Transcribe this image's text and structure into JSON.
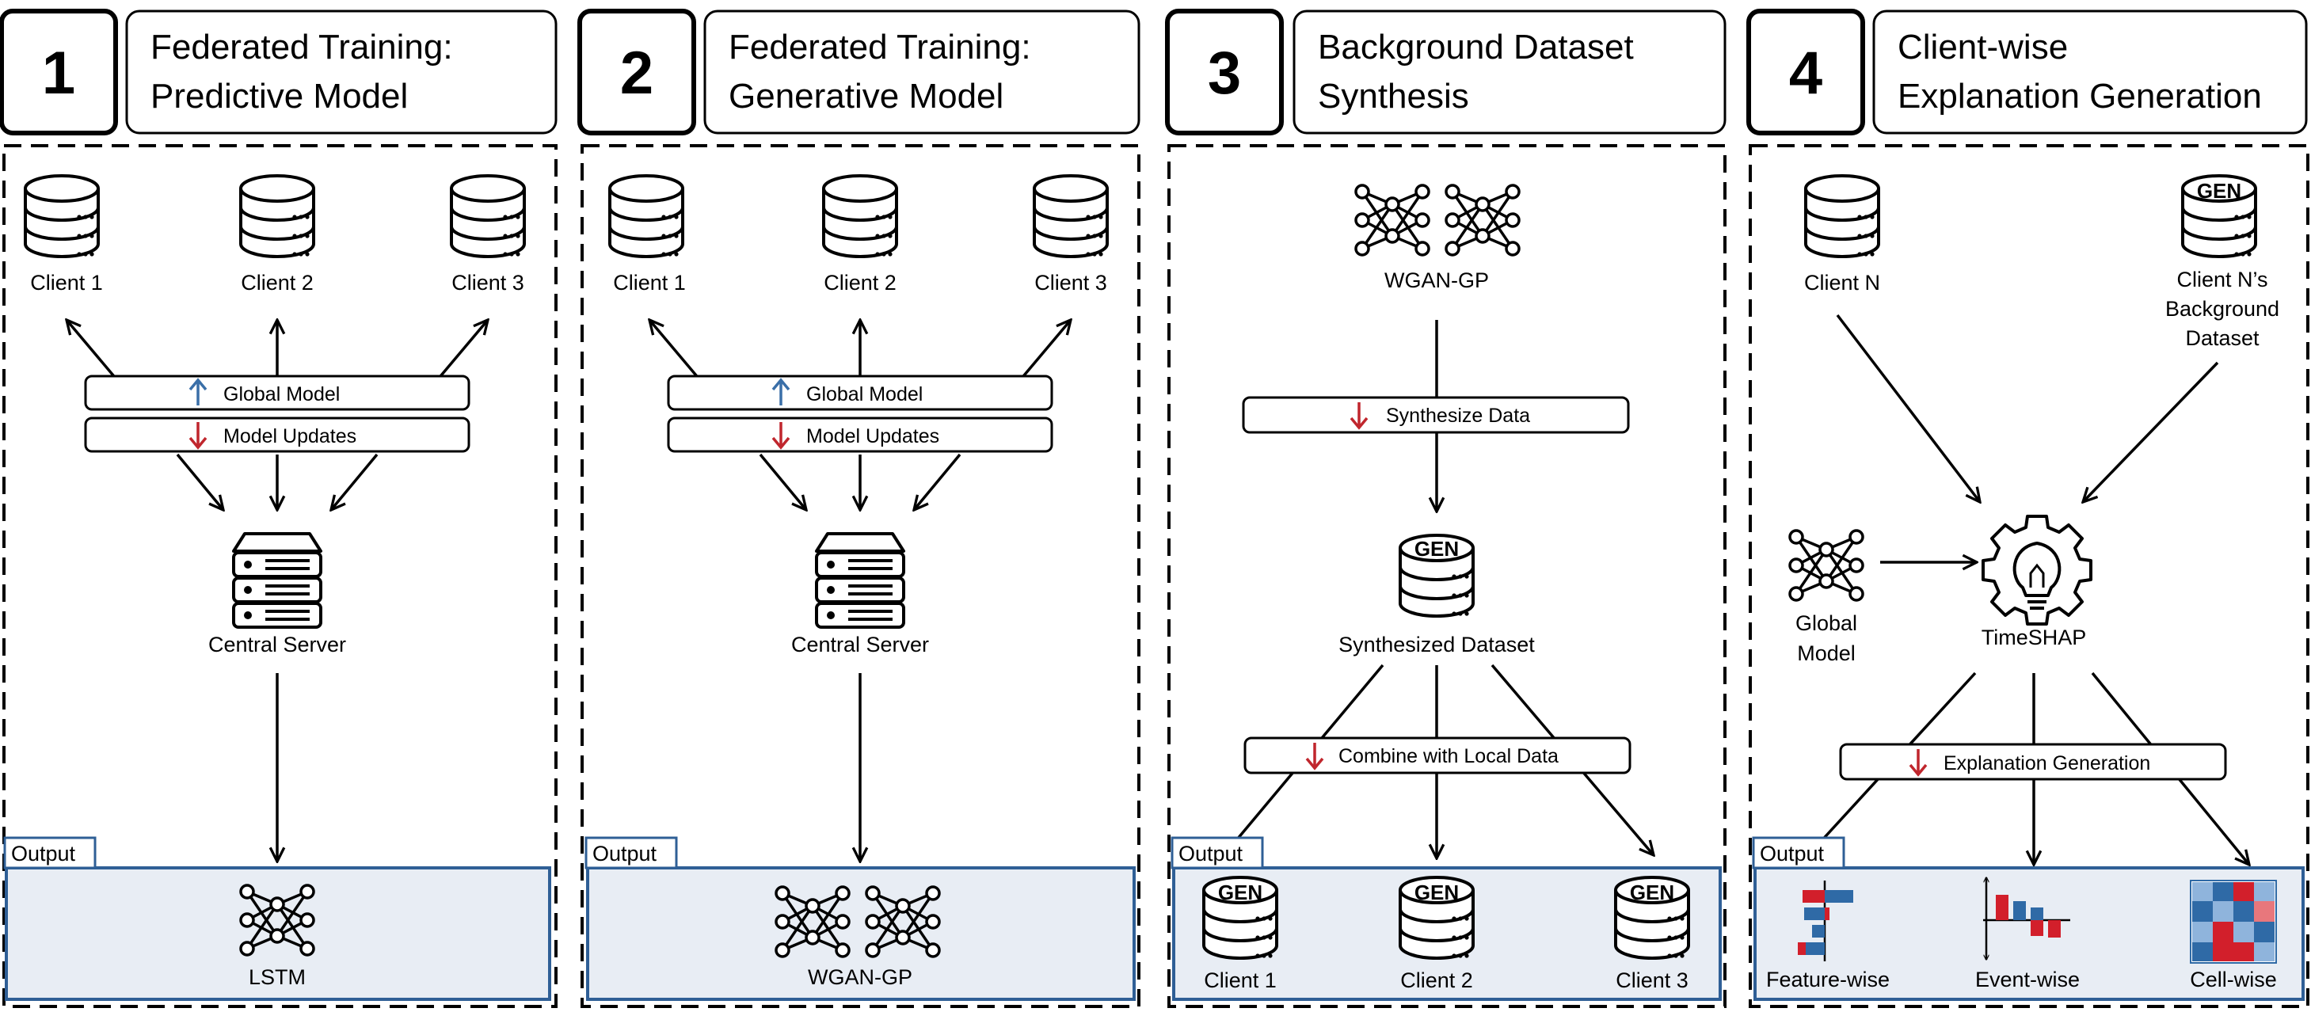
{
  "colors": {
    "up_arrow": "#3a6fa8",
    "down_arrow": "#c0262d",
    "output_fill": "#e8edf4",
    "output_border": "#2f5f96",
    "cell_red": "#d21f2b",
    "cell_blue": "#2f6aa6"
  },
  "panels": [
    {
      "number": "1",
      "title_line1": "Federated Training:",
      "title_line2": "Predictive Model",
      "clients": [
        "Client 1",
        "Client 2",
        "Client 3"
      ],
      "box_global": "Global Model",
      "box_updates": "Model Updates",
      "server": "Central Server",
      "output_tag": "Output",
      "output_label": "LSTM"
    },
    {
      "number": "2",
      "title_line1": "Federated Training:",
      "title_line2": "Generative Model",
      "clients": [
        "Client 1",
        "Client 2",
        "Client 3"
      ],
      "box_global": "Global Model",
      "box_updates": "Model Updates",
      "server": "Central Server",
      "output_tag": "Output",
      "output_label": "WGAN-GP"
    },
    {
      "number": "3",
      "title_line1": "Background Dataset",
      "title_line2": "Synthesis",
      "model": "WGAN-GP",
      "box_synth": "Synthesize Data",
      "gen_badge": "GEN",
      "dataset": "Synthesized Dataset",
      "box_combine": "Combine with Local Data",
      "output_tag": "Output",
      "outputs": [
        "Client 1",
        "Client 2",
        "Client 3"
      ]
    },
    {
      "number": "4",
      "title_line1": "Client-wise",
      "title_line2": "Explanation Generation",
      "client": "Client N",
      "gen_badge": "GEN",
      "background": [
        "Client N’s",
        "Background",
        "Dataset"
      ],
      "global_model": [
        "Global",
        "Model"
      ],
      "explainer": "TimeSHAP",
      "box_expl": "Explanation Generation",
      "output_tag": "Output",
      "outputs": [
        "Feature-wise",
        "Event-wise",
        "Cell-wise"
      ]
    }
  ]
}
